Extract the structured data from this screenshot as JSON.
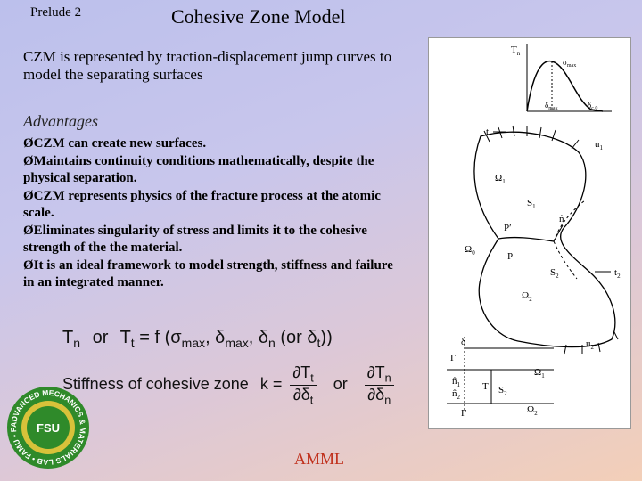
{
  "header": {
    "prelude": "Prelude 2",
    "title": "Cohesive Zone Model"
  },
  "intro": "CZM is represented by traction-displacement jump curves to model the separating surfaces",
  "advantages": {
    "heading": "Advantages",
    "items": [
      "CZM can create new surfaces.",
      "Maintains continuity conditions mathematically, despite the physical separation.",
      "CZM represents physics of the fracture process at the atomic scale.",
      "Eliminates singularity of stress and limits it to the cohesive strength of the the material.",
      "It is an ideal framework to model strength, stiffness and failure in an integrated manner."
    ]
  },
  "equations": {
    "eq1_lhs": "T",
    "eq1_lhs_sub": "n",
    "eq1_or": "or",
    "eq1_mid": "T",
    "eq1_mid_sub": "t",
    "eq1_rhs": "= f (σ",
    "eq1_sigma_sub": "max",
    "eq1_delta": ", δ",
    "eq1_delta_sub": "max",
    "eq1_tail1": ", δ",
    "eq1_tail1_sub": "n",
    "eq1_tail2": " (or δ",
    "eq1_tail2_sub": "t",
    "eq1_end": "))",
    "eq2_label": "Stiffness of cohesive zone",
    "eq2_k": "k =",
    "eq2_num1": "∂T",
    "eq2_num1_sub": "t",
    "eq2_den1": "∂δ",
    "eq2_den1_sub": "t",
    "eq2_or": "or",
    "eq2_num2": "∂T",
    "eq2_num2_sub": "n",
    "eq2_den2": "∂δ",
    "eq2_den2_sub": "n"
  },
  "logo": {
    "ring_text": "ADVANCED MECHANICS & MATERIALS LAB • FAMU • FSU •",
    "center": "FSU",
    "color_outer": "#2f8a2a",
    "color_inner": "#d8c23a"
  },
  "figure": {
    "curve_axis_y": "T",
    "curve_axis_y_sub": "n",
    "curve_peak": "σ",
    "curve_peak_sub": "max",
    "curve_delta_max": "δ",
    "curve_delta_max_sub": "max",
    "curve_delta_c": "δ",
    "curve_delta_c_sub": "c,0",
    "t_vec": "t",
    "u_vec1": "u",
    "u_vec1_sub": "1",
    "omega1": "Ω",
    "omega1_sub": "1",
    "s1": "S",
    "s1_sub": "1",
    "n_hat": "n̂",
    "p_prime": "P′",
    "omega0": "Ω",
    "omega0_sub": "0",
    "p": "P",
    "s2": "S",
    "s2_sub": "2",
    "t_vec2": "t",
    "t_vec2_sub": "2",
    "omega2": "Ω",
    "omega2_sub": "2",
    "u_vec2": "u",
    "u_vec2_sub": "2",
    "delta": "δ",
    "gamma_top": "Γ",
    "gamma_bottom": "Γ",
    "n1": "n̂",
    "n1_sub": "1",
    "n2": "n̂",
    "n2_sub": "2",
    "T_small": "T",
    "s_small": "S",
    "s_small_sub": "2",
    "omega_right1": "Ω",
    "omega_right1_sub": "1",
    "omega_right2": "Ω",
    "omega_right2_sub": "2"
  },
  "footer": "AMML"
}
